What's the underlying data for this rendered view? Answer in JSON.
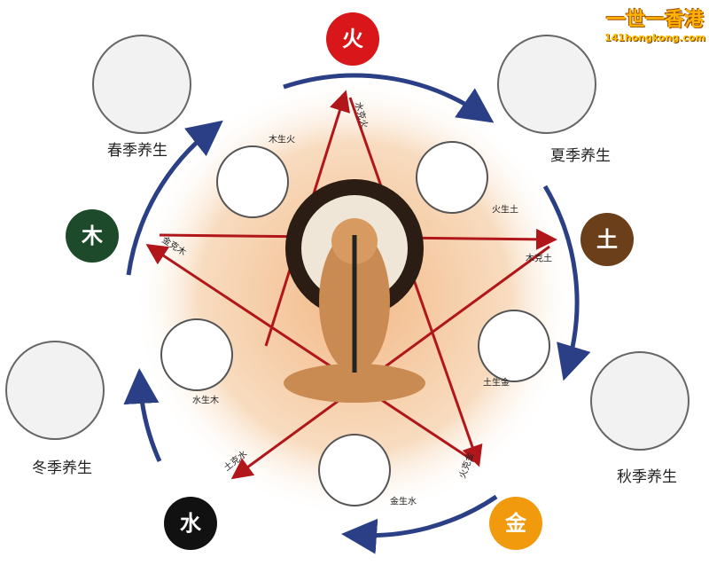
{
  "watermark": {
    "title": "一世一香港",
    "site": "141hongkong.com"
  },
  "elements": {
    "fire": "火",
    "earth": "土",
    "metal": "金",
    "water": "水",
    "wood": "木"
  },
  "element_colors": {
    "fire": "#d9161a",
    "earth": "#6b3f1a",
    "metal": "#f29a0e",
    "water": "#111111",
    "wood": "#1d4a2a"
  },
  "seasons": {
    "spring": "春季养生",
    "summer": "夏季养生",
    "autumn": "秋季养生",
    "winter": "冬季养生"
  },
  "generating": {
    "wood_fire": "木生火",
    "fire_earth": "火生土",
    "earth_metal": "土生金",
    "metal_water": "金生水",
    "water_wood": "水生木"
  },
  "controlling": {
    "water_fire": "水克火",
    "wood_earth": "木克土",
    "fire_metal": "火克金",
    "earth_water": "土克水",
    "metal_wood": "金克木"
  },
  "colors": {
    "cycle_arrow": "#2a3f85",
    "control_arrow": "#b0161a",
    "glow": "#f6d3ae"
  }
}
